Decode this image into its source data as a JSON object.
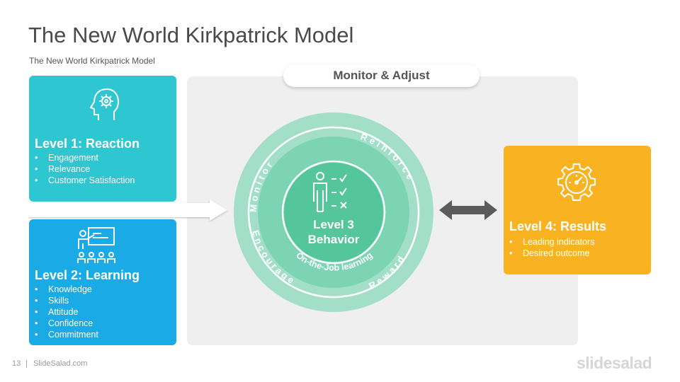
{
  "slide": {
    "title": "The New World Kirkpatrick Model",
    "subtitle": "The New World  Kirkpatrick  Model",
    "page_number": "13",
    "separator": "|",
    "brand_text": "SlideSalad.com",
    "logo_text": "slidesalad"
  },
  "monitor_label": "Monitor & Adjust",
  "levels": [
    {
      "title": "Level 1: Reaction",
      "icon": "head-gear-icon",
      "color": "#2ec6d1",
      "items": [
        "Engagement",
        "Relevance",
        "Customer Satisfaction"
      ]
    },
    {
      "title": "Level 2: Learning",
      "icon": "teacher-board-icon",
      "color": "#1aabe6",
      "items": [
        "Knowledge",
        "Skills",
        "Attitude",
        "Confidence",
        "Commitment"
      ]
    },
    {
      "title": "Level 4: Results",
      "icon": "gauge-gear-icon",
      "color": "#f9b222",
      "items": [
        "Leading  indicators",
        "Desired outcome"
      ]
    }
  ],
  "center": {
    "level_line1": "Level 3",
    "level_line2": "Behavior",
    "icon": "person-checklist-icon",
    "inner_ring_label": "On-the-Job learning",
    "outer_ring_labels": [
      "Monitor",
      "Reinforce",
      "Encourage",
      "Reward"
    ],
    "colors": {
      "outer_ring": "#a3dfc8",
      "middle_ring": "#7cd4b4",
      "core": "#55c59c"
    }
  }
}
